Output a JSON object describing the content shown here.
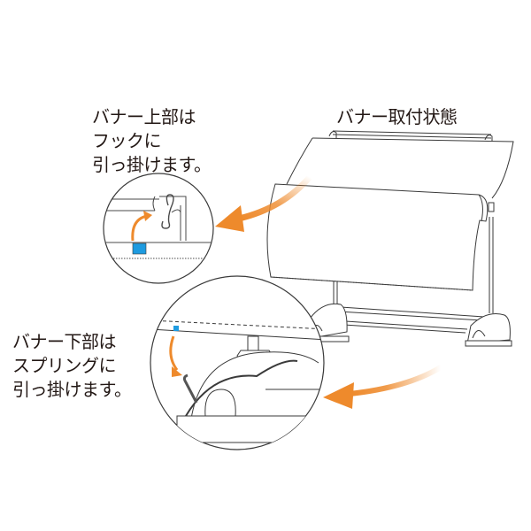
{
  "illustration": {
    "title": "バナー取付状態",
    "top_instruction": {
      "lines": [
        "バナー上部は",
        "フックに",
        "引っ掛けます。"
      ]
    },
    "bottom_instruction": {
      "lines": [
        "バナー下部は",
        "スプリングに",
        "引っ掛けます。"
      ]
    },
    "colors": {
      "arrow_orange": "#ee8a2c",
      "marker_blue": "#1e9be0",
      "line": "#3a3a3a"
    }
  }
}
